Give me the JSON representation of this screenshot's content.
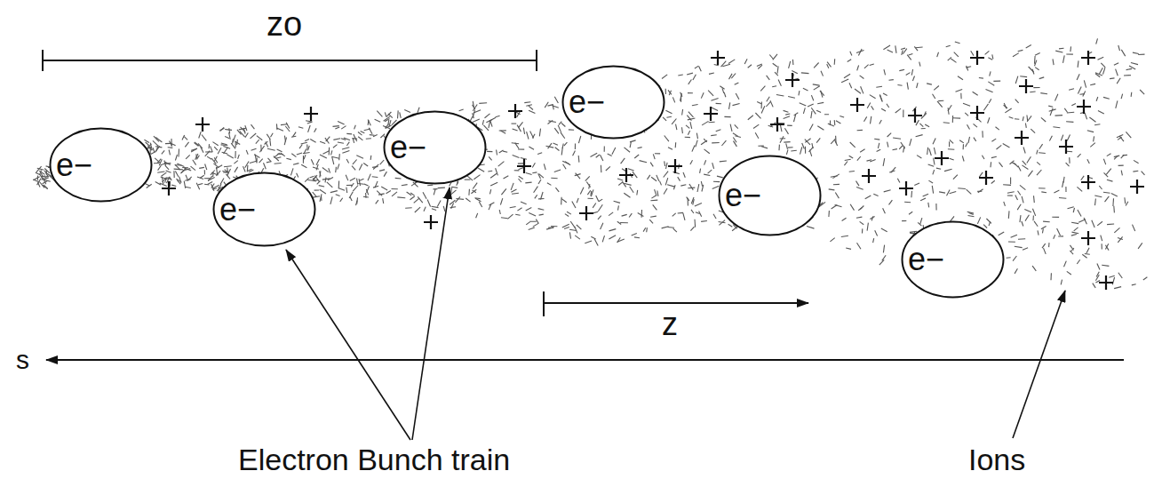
{
  "diagram": {
    "nodes": [
      {
        "text": [
          "e−"
        ]
      },
      {
        "text": [
          "e−"
        ]
      },
      {
        "text": [
          "e−"
        ]
      },
      {
        "text": [
          "e−"
        ]
      },
      {
        "text": [
          "e−"
        ]
      },
      {
        "text": [
          "e−"
        ]
      }
    ],
    "labels": [
      "zo",
      "z",
      "s",
      "Electron Bunch train",
      "Ions"
    ]
  }
}
